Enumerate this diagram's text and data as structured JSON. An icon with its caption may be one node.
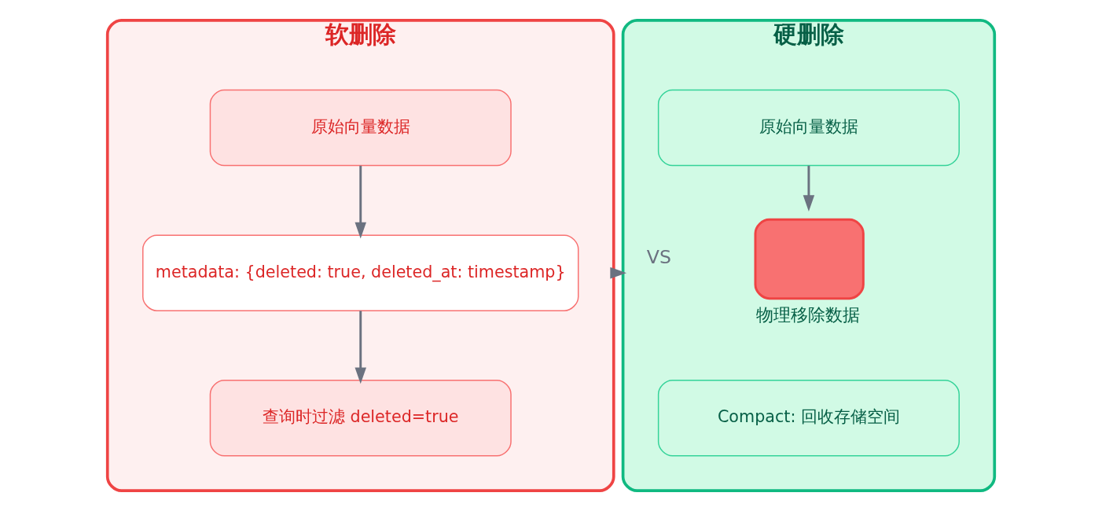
{
  "diagram": {
    "nodes": [
      {
        "text": [
          "软删除"
        ]
      },
      {
        "text": [
          "原始向量数据"
        ],
        "in": 0
      },
      {
        "text": [
          "metadata: {deleted: true, deleted_at: timestamp}"
        ],
        "in": 0
      },
      {
        "text": [
          "查询时过滤 deleted=true"
        ],
        "in": 0
      },
      {
        "text": [
          "硬删除"
        ]
      },
      {
        "text": [
          "原始向量数据"
        ],
        "in": 4
      },
      {
        "text": [],
        "shape": "box",
        "beside": [
          "物理移除数据"
        ],
        "in": 4
      },
      {
        "text": [
          "Compact: 回收存储空间"
        ],
        "in": 4
      }
    ],
    "edges": [
      {
        "from": 1,
        "to": 2,
        "arrow": "to"
      },
      {
        "from": 2,
        "to": 3,
        "arrow": "to"
      },
      {
        "from": 0,
        "to": 4,
        "arrow": "to",
        "label": "VS"
      },
      {
        "from": 5,
        "to": 6,
        "arrow": "to"
      }
    ]
  }
}
